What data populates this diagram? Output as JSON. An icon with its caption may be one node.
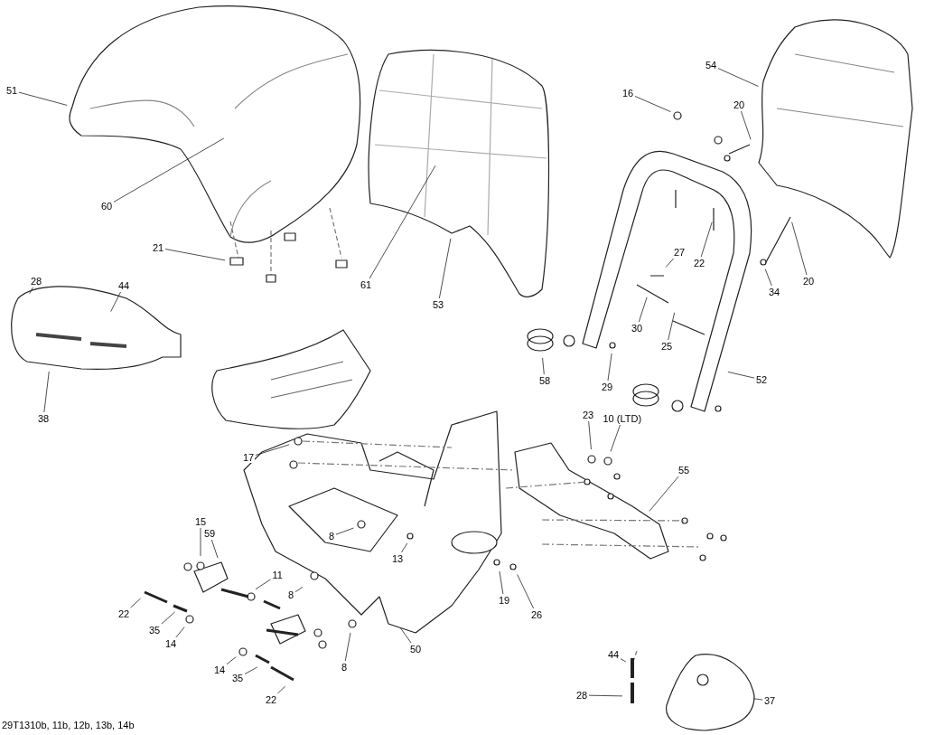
{
  "diagram": {
    "nodes": [
      {
        "text": [
          "51"
        ]
      },
      {
        "text": [
          "60"
        ]
      },
      {
        "text": [
          "21"
        ]
      },
      {
        "text": [
          "61"
        ]
      },
      {
        "text": [
          "53"
        ]
      },
      {
        "text": [
          "16"
        ]
      },
      {
        "text": [
          "54"
        ]
      },
      {
        "text": [
          "20"
        ]
      },
      {
        "text": [
          "22"
        ]
      },
      {
        "text": [
          "27"
        ]
      },
      {
        "text": [
          "20"
        ]
      },
      {
        "text": [
          "34"
        ]
      },
      {
        "text": [
          "30"
        ]
      },
      {
        "text": [
          "25"
        ]
      },
      {
        "text": [
          "58"
        ]
      },
      {
        "text": [
          "29"
        ]
      },
      {
        "text": [
          "52"
        ]
      },
      {
        "text": [
          "28"
        ]
      },
      {
        "text": [
          "44"
        ]
      },
      {
        "text": [
          "38"
        ]
      },
      {
        "text": [
          "23"
        ]
      },
      {
        "text": [
          "10 (LTD)"
        ]
      },
      {
        "text": [
          "17"
        ]
      },
      {
        "text": [
          "55"
        ]
      },
      {
        "text": [
          "15"
        ]
      },
      {
        "text": [
          "59"
        ]
      },
      {
        "text": [
          "11"
        ]
      },
      {
        "text": [
          "8"
        ]
      },
      {
        "text": [
          "13"
        ]
      },
      {
        "text": [
          "8"
        ]
      },
      {
        "text": [
          "22"
        ]
      },
      {
        "text": [
          "35"
        ]
      },
      {
        "text": [
          "14"
        ]
      },
      {
        "text": [
          "19"
        ]
      },
      {
        "text": [
          "26"
        ]
      },
      {
        "text": [
          "50"
        ]
      },
      {
        "text": [
          "8"
        ]
      },
      {
        "text": [
          "14"
        ]
      },
      {
        "text": [
          "35"
        ]
      },
      {
        "text": [
          "22"
        ]
      },
      {
        "text": [
          "44"
        ]
      },
      {
        "text": [
          "28"
        ]
      },
      {
        "text": [
          "37"
        ]
      }
    ],
    "edges": [
      {
        "from": 0,
        "to": null,
        "arrow": "none"
      },
      {
        "from": 1,
        "to": null,
        "arrow": "none"
      },
      {
        "from": 2,
        "to": null,
        "arrow": "none"
      },
      {
        "from": 3,
        "to": null,
        "arrow": "none"
      },
      {
        "from": 4,
        "to": null,
        "arrow": "none"
      },
      {
        "from": 5,
        "to": null,
        "arrow": "none"
      },
      {
        "from": 6,
        "to": null,
        "arrow": "none"
      },
      {
        "from": 7,
        "to": null,
        "arrow": "none"
      },
      {
        "from": 8,
        "to": null,
        "arrow": "none"
      },
      {
        "from": 9,
        "to": null,
        "arrow": "none"
      },
      {
        "from": 10,
        "to": null,
        "arrow": "none"
      },
      {
        "from": 11,
        "to": null,
        "arrow": "none"
      },
      {
        "from": 12,
        "to": null,
        "arrow": "none"
      },
      {
        "from": 13,
        "to": null,
        "arrow": "none"
      },
      {
        "from": 14,
        "to": null,
        "arrow": "none"
      },
      {
        "from": 15,
        "to": null,
        "arrow": "none"
      },
      {
        "from": 16,
        "to": null,
        "arrow": "none"
      },
      {
        "from": 17,
        "to": null,
        "arrow": "none"
      },
      {
        "from": 18,
        "to": null,
        "arrow": "none"
      },
      {
        "from": 19,
        "to": null,
        "arrow": "none"
      },
      {
        "from": 20,
        "to": null,
        "arrow": "none"
      },
      {
        "from": 21,
        "to": null,
        "arrow": "none"
      },
      {
        "from": 22,
        "to": null,
        "arrow": "none"
      },
      {
        "from": 23,
        "to": null,
        "arrow": "none"
      },
      {
        "from": 24,
        "to": null,
        "arrow": "none"
      },
      {
        "from": 25,
        "to": null,
        "arrow": "none"
      },
      {
        "from": 26,
        "to": null,
        "arrow": "none"
      },
      {
        "from": 27,
        "to": null,
        "arrow": "none"
      },
      {
        "from": 28,
        "to": null,
        "arrow": "none"
      },
      {
        "from": 29,
        "to": null,
        "arrow": "none"
      },
      {
        "from": 30,
        "to": null,
        "arrow": "none"
      },
      {
        "from": 31,
        "to": null,
        "arrow": "none"
      },
      {
        "from": 32,
        "to": null,
        "arrow": "none"
      },
      {
        "from": 33,
        "to": null,
        "arrow": "none"
      },
      {
        "from": 34,
        "to": null,
        "arrow": "none"
      },
      {
        "from": 35,
        "to": null,
        "arrow": "none"
      },
      {
        "from": 36,
        "to": null,
        "arrow": "none"
      },
      {
        "from": 37,
        "to": null,
        "arrow": "none"
      },
      {
        "from": 38,
        "to": null,
        "arrow": "none"
      },
      {
        "from": 39,
        "to": null,
        "arrow": "none"
      },
      {
        "from": 40,
        "to": null,
        "arrow": "none"
      },
      {
        "from": 41,
        "to": null,
        "arrow": "none"
      },
      {
        "from": 42,
        "to": null,
        "arrow": "none"
      }
    ],
    "labels": [
      "29T1310b, 11b, 12b, 13b, 14b"
    ]
  }
}
